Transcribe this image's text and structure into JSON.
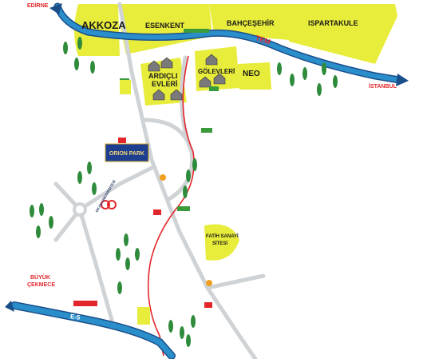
{
  "districts": {
    "akkoza": "AKKOZA",
    "esenkent": "ESENKENT",
    "bahcesehir": "BAHÇEŞEHİR",
    "ispartakule": "ISPARTAKULE",
    "ardicli": "ARDIÇLI",
    "evleri": "EVLERİ",
    "golevleri": "GÖLEVLERİ",
    "neo": "NEO",
    "fatih_sanayi_1": "FATİH SANAYİ",
    "fatih_sanayi_2": "SİTESİ"
  },
  "directions": {
    "edirne": "EDİRNE",
    "istanbul": "İSTANBUL",
    "buyuk_cekmece_1": "BÜYÜK",
    "buyuk_cekmece_2": "ÇEKMECE"
  },
  "highways": {
    "tem": "TEM",
    "e5": "E-5"
  },
  "landmarks": {
    "orion_park": "ORION PARK",
    "university": "OKAN ÜNİVERSİTESİ"
  },
  "colors": {
    "district_fill": "#e8ec3a",
    "highway_fill": "#2a8ecb",
    "highway_edge": "#1a4e8a",
    "road": "#cfd3d6",
    "route_line": "#e3262b",
    "tree": "#2e8b3c",
    "label_red": "#e3262b"
  }
}
